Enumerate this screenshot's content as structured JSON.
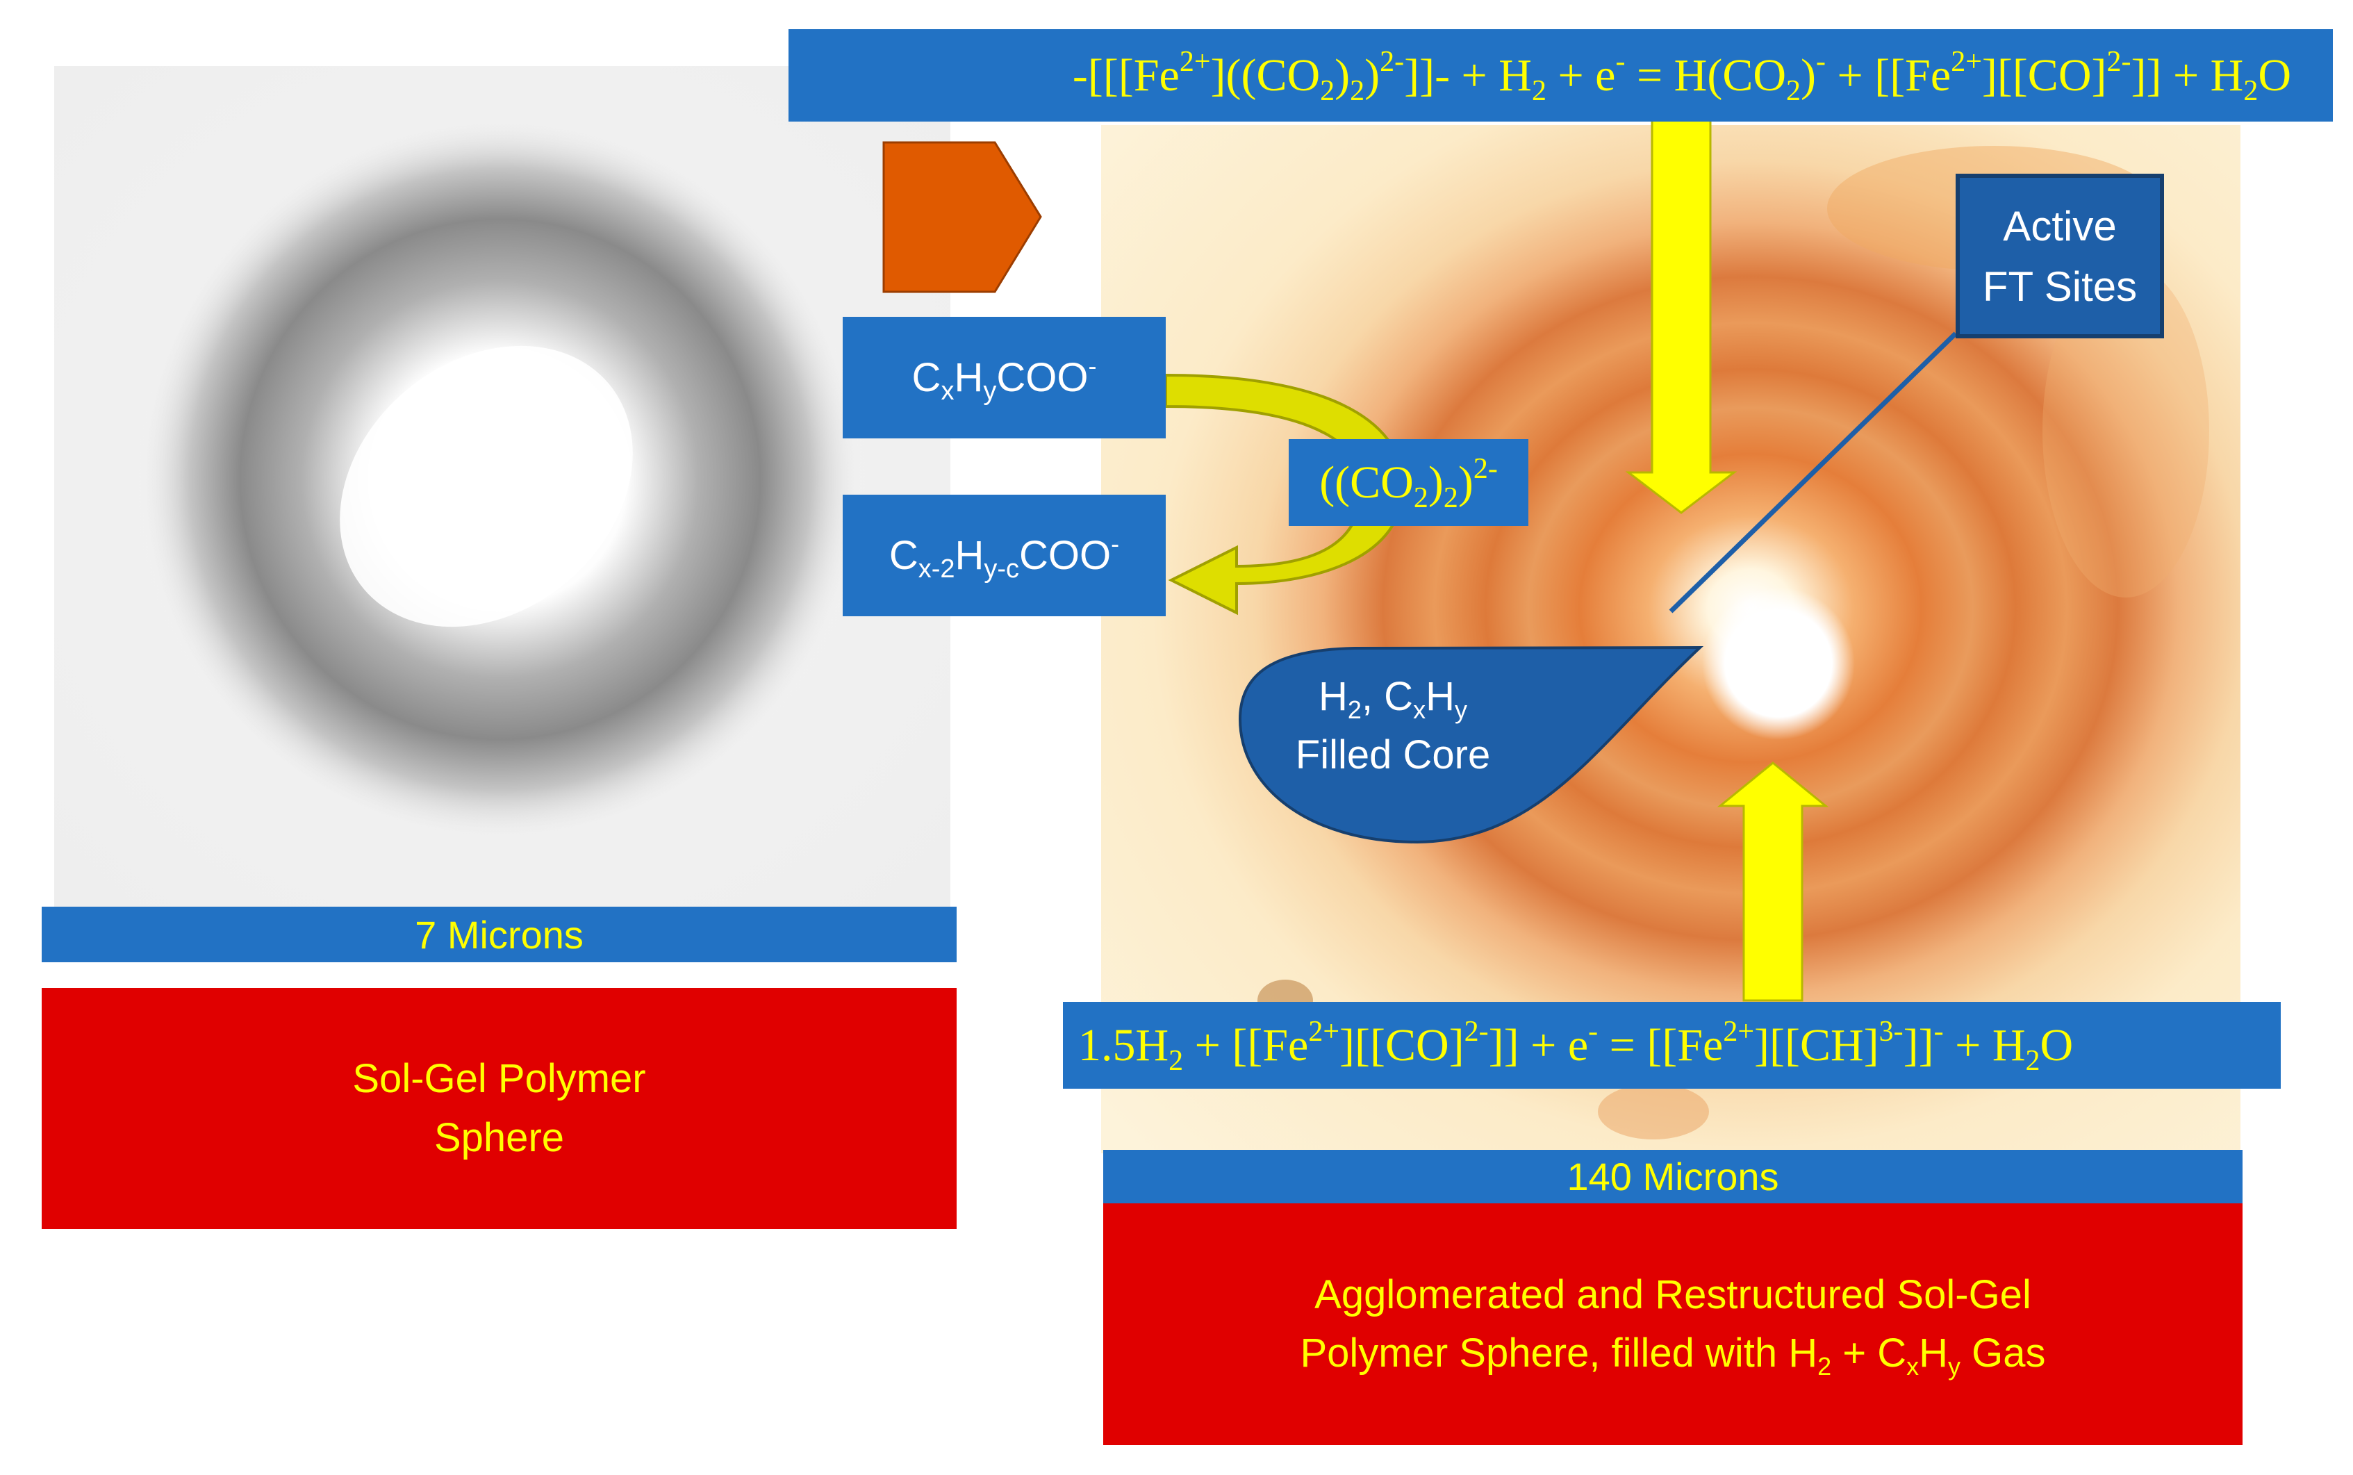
{
  "left_panel": {
    "scale_label": "7 Microns",
    "caption_line1": "Sol-Gel Polymer",
    "caption_line2": "Sphere"
  },
  "right_panel": {
    "scale_label": "140 Microns",
    "caption_line1": "Agglomerated and Restructured Sol-Gel",
    "caption_line2_prefix": "Polymer Sphere, filled with H",
    "caption_line2_sub2": "2",
    "caption_line2_mid": " + C",
    "caption_line2_subx": "x",
    "caption_line2_h": "H",
    "caption_line2_suby": "y",
    "caption_line2_suffix": " Gas"
  },
  "top_equation": {
    "parts": [
      "-[[[Fe",
      "2+",
      "]((CO",
      "2",
      ")",
      "2",
      ")",
      "2-",
      "]]- + H",
      "2",
      " + e",
      "-",
      " = H(CO",
      "2",
      ")",
      "-",
      " + [[Fe",
      "2+",
      "][[CO]",
      "2-",
      "]] + H",
      "2",
      "O"
    ]
  },
  "bottom_equation": {
    "parts": [
      "1.5H",
      "2",
      " + [[Fe",
      "2+",
      "][[CO]",
      "2-",
      "]] + e",
      "-",
      " = [[Fe",
      "2+",
      "][[CH]",
      "3-",
      "]]",
      "-",
      " + H",
      "2",
      "O"
    ]
  },
  "species": {
    "a": {
      "c": "C",
      "x": "x",
      "h": "H",
      "y": "y",
      "coo": "COO",
      "charge": "-"
    },
    "b": {
      "c": "C",
      "x": "x-2",
      "h": "H",
      "y": "y-c",
      "coo": "COO",
      "charge": "-"
    },
    "ligand": {
      "open": "((CO",
      "sub1": "2",
      "mid": ")",
      "sub2": "2",
      "close": ")",
      "charge": "2-"
    }
  },
  "active_sites": {
    "line1": "Active",
    "line2": "FT Sites"
  },
  "core_label": {
    "h": "H",
    "h_sub": "2",
    "mid": ", C",
    "x": "x",
    "h2": "H",
    "y": "y",
    "line2": "Filled Core"
  },
  "colors": {
    "blue_box": "#2272c4",
    "dark_blue": "#1e5fa8",
    "red_box": "#e00000",
    "label_yellow": "#ffff00",
    "arrow_yellow": "#ffff00",
    "curved_arrow": "#dede00",
    "pentagon": "#e05a00"
  }
}
